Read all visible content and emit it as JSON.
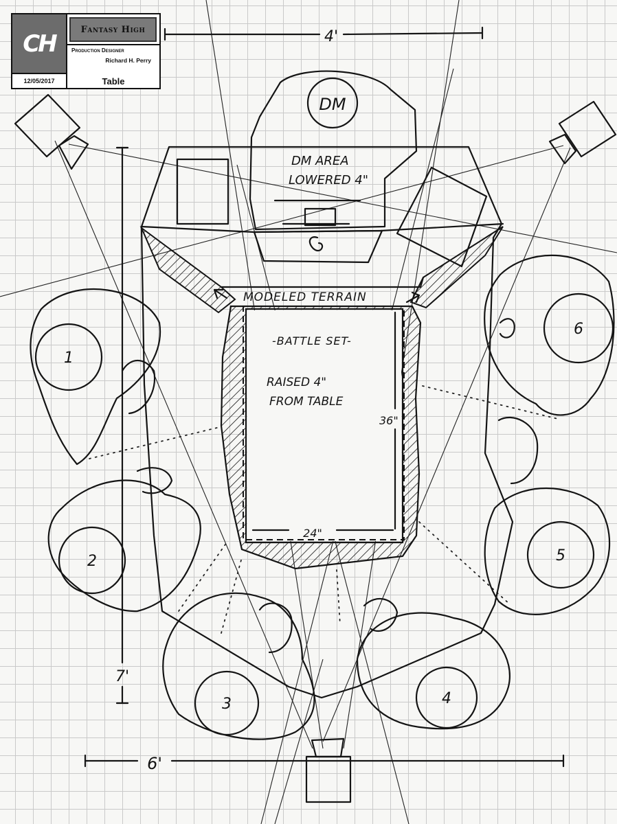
{
  "title_block": {
    "logo": "CH",
    "show_title": "Fantasy High",
    "designer_role": "Production Designer",
    "designer_name": "Richard H. Perry",
    "date": "12/05/2017",
    "sheet_name": "Table"
  },
  "labels": {
    "dm": "DM",
    "dm_area_line1": "DM AREA",
    "dm_area_line2": "LOWERED 4\"",
    "terrain": "MODELED TERRAIN",
    "battle_set": "-BATTLE SET-",
    "raised_line1": "RAISED 4\"",
    "raised_line2": "FROM TABLE"
  },
  "dimensions": {
    "top_width": "4'",
    "table_length": "7'",
    "table_width": "6'",
    "set_height": "36\"",
    "set_width": "24\""
  },
  "seats": [
    "1",
    "2",
    "3",
    "4",
    "5",
    "6"
  ]
}
